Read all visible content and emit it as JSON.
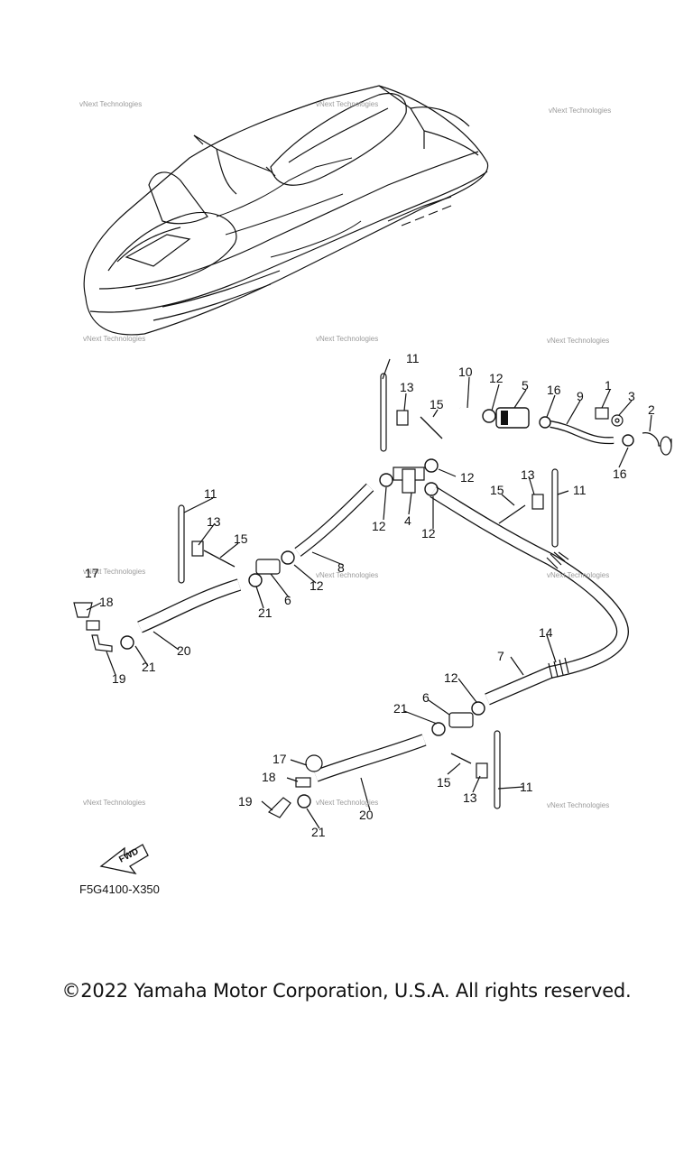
{
  "diagram_code": "F5G4100-X350",
  "fwd_label": "FWD",
  "copyright": "©2022 Yamaha Motor Corporation, U.S.A. All rights reserved.",
  "watermark": "vNext Technologies",
  "callouts": {
    "c1": "1",
    "c2": "2",
    "c3": "3",
    "c4": "4",
    "c5": "5",
    "c6": "6",
    "c6b": "6",
    "c7": "7",
    "c8": "8",
    "c9": "9",
    "c10": "10",
    "c11a": "11",
    "c11b": "11",
    "c11c": "11",
    "c11d": "11",
    "c12a": "12",
    "c12b": "12",
    "c12c": "12",
    "c12d": "12",
    "c12e": "12",
    "c12f": "12",
    "c13a": "13",
    "c13b": "13",
    "c13c": "13",
    "c13d": "13",
    "c14": "14",
    "c15a": "15",
    "c15b": "15",
    "c15c": "15",
    "c15d": "15",
    "c16a": "16",
    "c16b": "16",
    "c17a": "17",
    "c17b": "17",
    "c18a": "18",
    "c18b": "18",
    "c19a": "19",
    "c19b": "19",
    "c20a": "20",
    "c20b": "20",
    "c21a": "21",
    "c21b": "21",
    "c21c": "21",
    "c21d": "21"
  }
}
